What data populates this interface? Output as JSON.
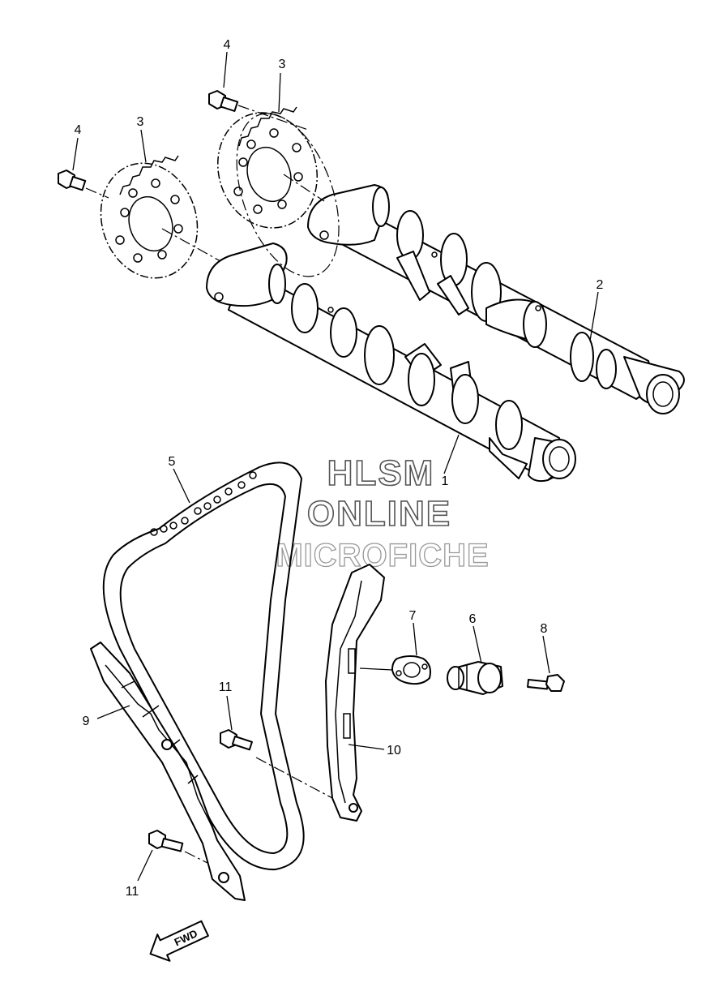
{
  "callouts": [
    "1",
    "2",
    "3",
    "3",
    "4",
    "4",
    "5",
    "6",
    "7",
    "8",
    "9",
    "10",
    "11",
    "11"
  ],
  "watermark": {
    "line1": "HLSM",
    "line2": "ONLINE",
    "line3": "MICROFICHE"
  },
  "fwd_label": "FWD"
}
